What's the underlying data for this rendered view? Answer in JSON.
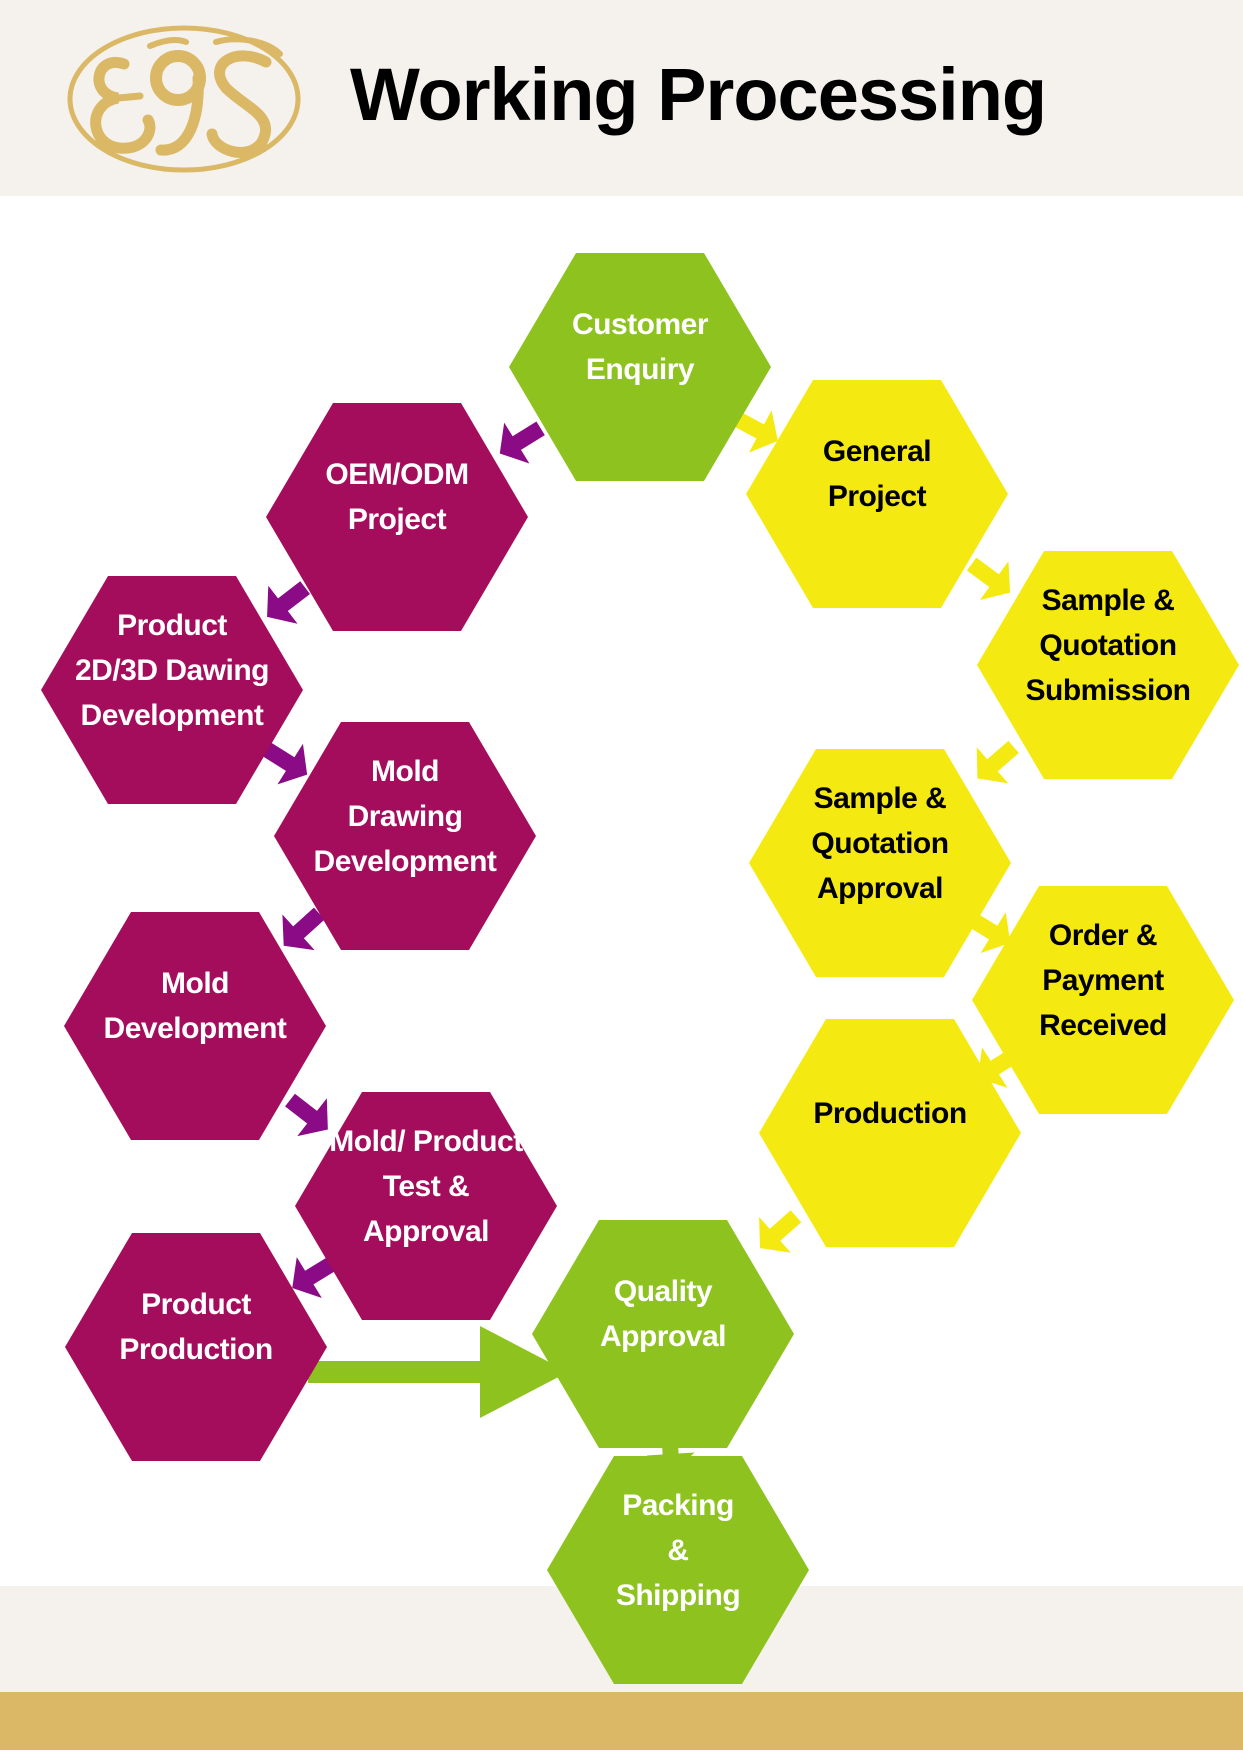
{
  "header": {
    "title": "Working Processing",
    "logo_text": "EGS"
  },
  "colors": {
    "header_bg": "#f5f2ed",
    "gold": "#dab866",
    "green": "#8dc21f",
    "yellow": "#f5e912",
    "magenta": "#a30d5b",
    "purple_arrow": "#8b0a85"
  },
  "diagram": {
    "nodes": [
      {
        "id": "customer-enquiry",
        "label": "Customer\nEnquiry",
        "group": "green",
        "text_color": "#ffffff"
      },
      {
        "id": "oem-odm-project",
        "label": "OEM/ODM\nProject",
        "group": "magenta",
        "text_color": "#ffffff"
      },
      {
        "id": "general-project",
        "label": "General\nProject",
        "group": "yellow",
        "text_color": "#000000"
      },
      {
        "id": "sample-quotation-submission",
        "label": "Sample &\nQuotation\nSubmission",
        "group": "yellow",
        "text_color": "#000000"
      },
      {
        "id": "product-drawing-development",
        "label": "Product\n2D/3D Dawing\nDevelopment",
        "group": "magenta",
        "text_color": "#ffffff"
      },
      {
        "id": "sample-quotation-approval",
        "label": "Sample &\nQuotation\nApproval",
        "group": "yellow",
        "text_color": "#000000"
      },
      {
        "id": "mold-drawing-development",
        "label": "Mold\nDrawing\nDevelopment",
        "group": "magenta",
        "text_color": "#ffffff"
      },
      {
        "id": "order-payment-received",
        "label": "Order &\nPayment\nReceived",
        "group": "yellow",
        "text_color": "#000000"
      },
      {
        "id": "mold-development",
        "label": "Mold\nDevelopment",
        "group": "magenta",
        "text_color": "#ffffff"
      },
      {
        "id": "production",
        "label": "Production",
        "group": "yellow",
        "text_color": "#000000"
      },
      {
        "id": "mold-product-test-approval",
        "label": "Mold/ Product\nTest &\nApproval",
        "group": "magenta",
        "text_color": "#ffffff"
      },
      {
        "id": "quality-approval",
        "label": "Quality\nApproval",
        "group": "green",
        "text_color": "#ffffff"
      },
      {
        "id": "product-production",
        "label": "Product\nProduction",
        "group": "magenta",
        "text_color": "#ffffff"
      },
      {
        "id": "packing-shipping",
        "label": "Packing\n&\nShipping",
        "group": "green",
        "text_color": "#ffffff"
      }
    ],
    "edges": [
      {
        "from": "customer-enquiry",
        "to": "oem-odm-project",
        "color": "purple_arrow"
      },
      {
        "from": "customer-enquiry",
        "to": "general-project",
        "color": "yellow"
      },
      {
        "from": "oem-odm-project",
        "to": "product-drawing-development",
        "color": "purple_arrow"
      },
      {
        "from": "product-drawing-development",
        "to": "mold-drawing-development",
        "color": "purple_arrow"
      },
      {
        "from": "mold-drawing-development",
        "to": "mold-development",
        "color": "purple_arrow"
      },
      {
        "from": "mold-development",
        "to": "mold-product-test-approval",
        "color": "purple_arrow"
      },
      {
        "from": "mold-product-test-approval",
        "to": "product-production",
        "color": "purple_arrow"
      },
      {
        "from": "product-production",
        "to": "quality-approval",
        "color": "green"
      },
      {
        "from": "general-project",
        "to": "sample-quotation-submission",
        "color": "yellow"
      },
      {
        "from": "sample-quotation-submission",
        "to": "sample-quotation-approval",
        "color": "yellow"
      },
      {
        "from": "sample-quotation-approval",
        "to": "order-payment-received",
        "color": "yellow"
      },
      {
        "from": "order-payment-received",
        "to": "production",
        "color": "yellow"
      },
      {
        "from": "production",
        "to": "quality-approval",
        "color": "yellow"
      },
      {
        "from": "quality-approval",
        "to": "packing-shipping",
        "color": "green"
      }
    ]
  }
}
